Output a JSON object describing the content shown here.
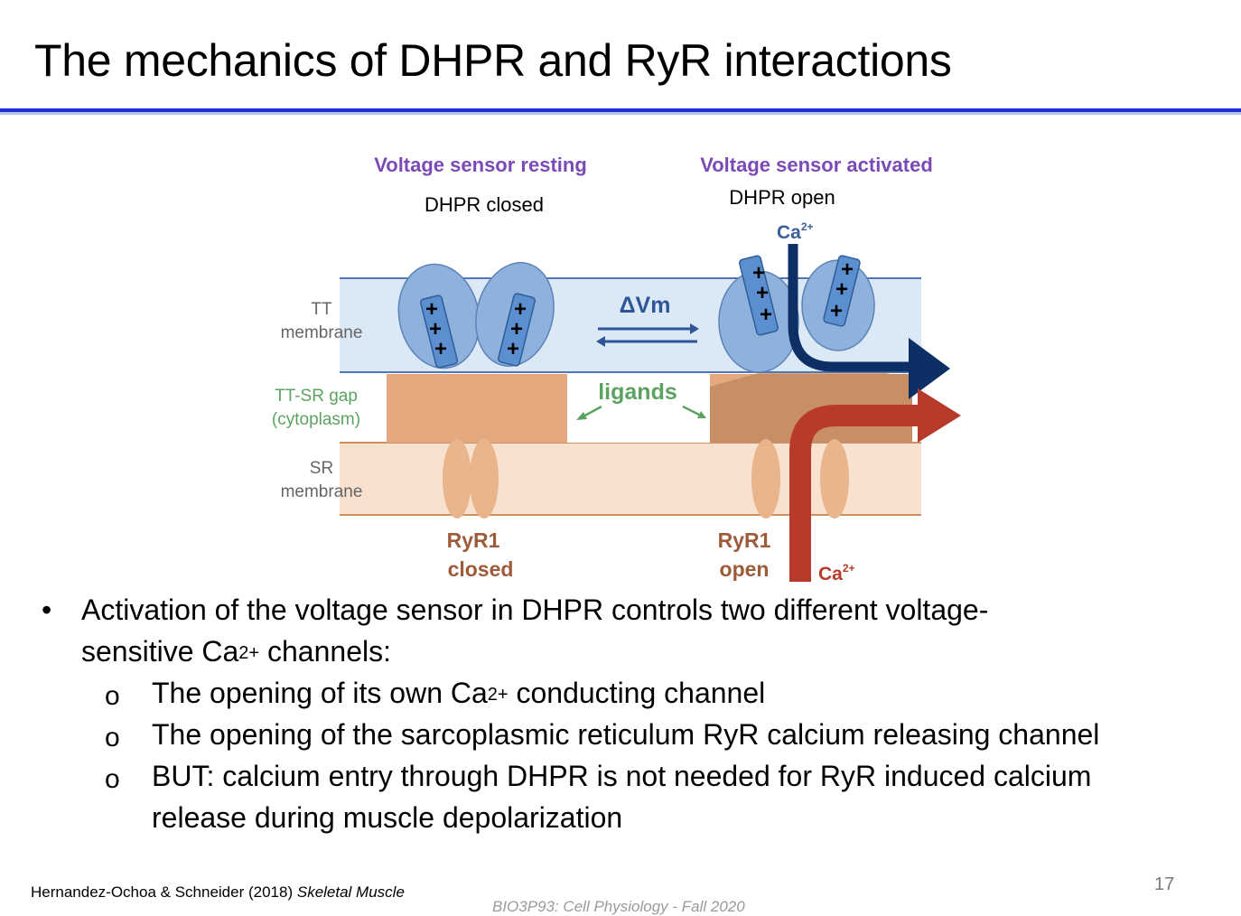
{
  "slide": {
    "title": "The mechanics of DHPR and RyR interactions",
    "accent_color": "#1f2fd8",
    "page_number": "17",
    "citation_authors": "Hernandez-Ochoa & Schneider (2018)",
    "citation_title": "Skeletal Muscle",
    "footer": "BIO3P93: Cell Physiology - Fall 2020"
  },
  "diagram": {
    "header_resting": "Voltage sensor resting",
    "header_activated": "Voltage sensor activated",
    "dhpr_closed": "DHPR closed",
    "dhpr_open": "DHPR open",
    "ca_top": "Ca",
    "ca_bottom": "Ca",
    "ca_charge": "2+",
    "tt_membrane_line1": "TT",
    "tt_membrane_line2": "membrane",
    "gap_line1": "TT-SR gap",
    "gap_line2": "(cytoplasm)",
    "sr_line1": "SR",
    "sr_line2": "membrane",
    "delta_vm": "ΔVm",
    "ligands": "ligands",
    "ryr_closed_line1": "RyR1",
    "ryr_closed_line2": "closed",
    "ryr_open_line1": "RyR1",
    "ryr_open_line2": "open",
    "plus_sign": "+",
    "colors": {
      "header_purple": "#7a4bb5",
      "dhpr_blue": "#8fb2dd",
      "tt_band": "#dbe8f6",
      "gap_brown": "#e4a97f",
      "sr_band": "#f8e2cf",
      "arrow_navy": "#0c2f66",
      "arrow_red": "#b83a2b",
      "gap_green": "#5ca361"
    }
  },
  "bullets": {
    "main_part1": "Activation of the voltage sensor in DHPR controls two different voltage-",
    "main_part2": "sensitive Ca",
    "main_sup": "2+",
    "main_part3": " channels:",
    "sub1_part1": "The opening of its own Ca",
    "sub1_sup": "2+",
    "sub1_part2": " conducting channel",
    "sub2": "The opening of the sarcoplasmic reticulum RyR calcium releasing channel",
    "sub3_line1": "BUT: calcium entry through DHPR is not needed for RyR induced calcium",
    "sub3_line2": "release during muscle depolarization",
    "bullet_symbol": "•",
    "sub_symbol": "o"
  }
}
